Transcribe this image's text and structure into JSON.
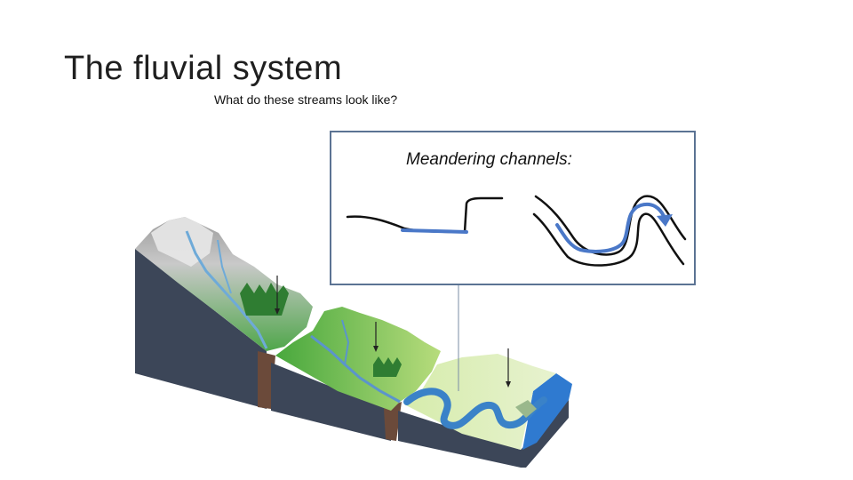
{
  "slide": {
    "title": "The fluvial system",
    "subtitle": "What do these streams look like?"
  },
  "inset": {
    "caption": "Meandering channels:"
  },
  "colors": {
    "water": "#4a78c8",
    "box_border": "#5b7393",
    "cross_section": "#3c4658",
    "vegetation": "#3aa33a"
  },
  "icons": [
    "arrow-down-icon",
    "meander-arrow-icon"
  ]
}
